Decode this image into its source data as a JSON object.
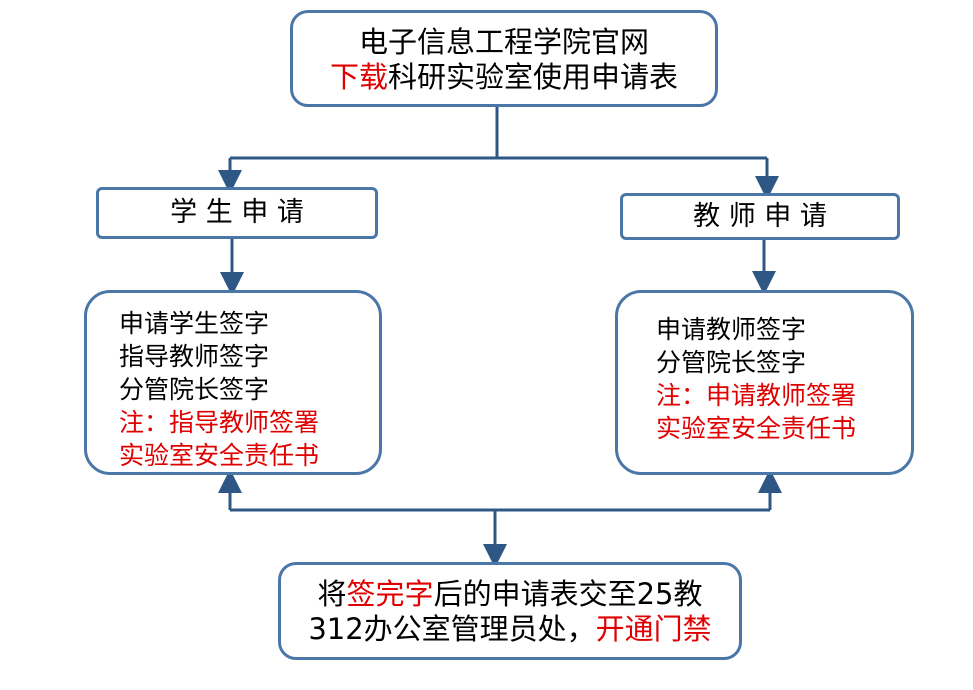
{
  "top_box": {
    "line1": "电子信息工程学院官网",
    "line2_red": "下载",
    "line2_rest": "科研实验室使用申请表"
  },
  "student_header": "学 生 申 请",
  "teacher_header": "教 师 申 请",
  "student_box": {
    "lines": [
      "申请学生签字",
      "指导教师签字",
      "分管院长签字"
    ],
    "note_lines": [
      "注：指导教师签署",
      "实验室安全责任书"
    ]
  },
  "teacher_box": {
    "lines": [
      "申请教师签字",
      "分管院长签字"
    ],
    "note_lines": [
      "注：申请教师签署",
      "实验室安全责任书"
    ]
  },
  "bottom_box": {
    "l1_a": "将",
    "l1_red": "签完字",
    "l1_b": "后的申请表交至25教",
    "l2_a": "312办公室管理员处，",
    "l2_red": "开通门禁"
  },
  "colors": {
    "connector": "#2f5785",
    "border": "#4a76a8",
    "highlight": "#e00000"
  }
}
